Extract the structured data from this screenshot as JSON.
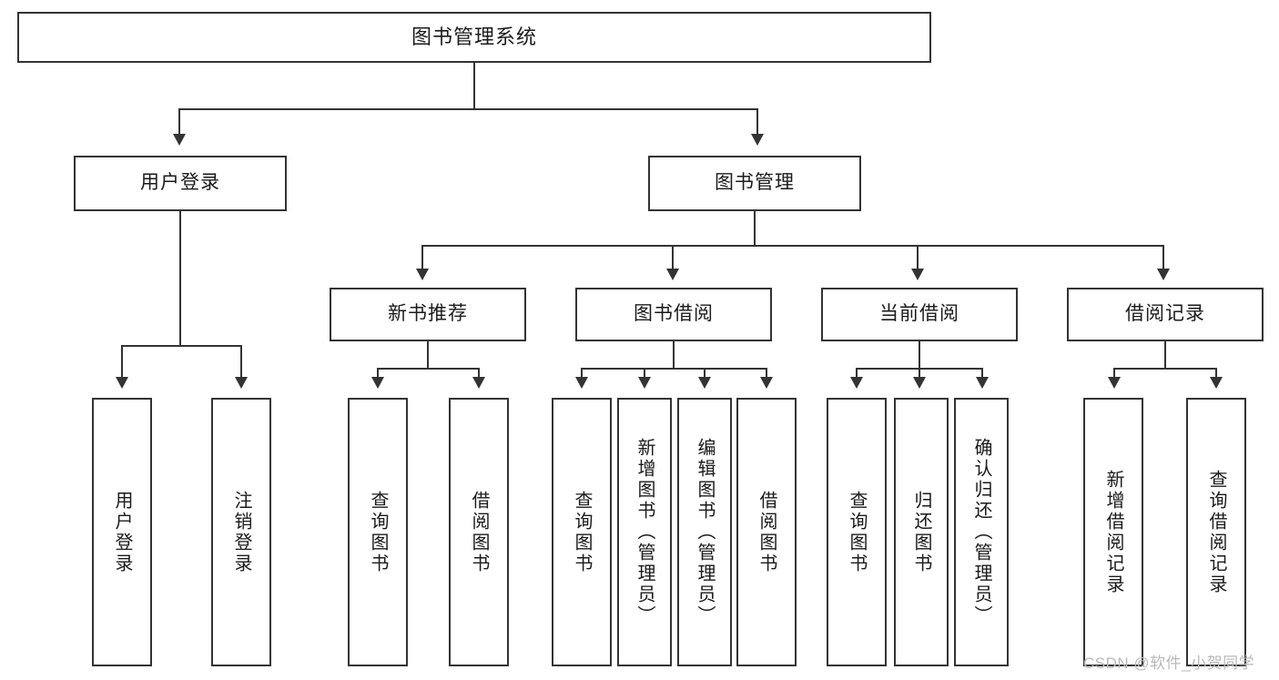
{
  "diagram": {
    "type": "tree",
    "title": "图书管理系统",
    "root": {
      "id": "root",
      "label": "图书管理系统"
    },
    "level1": [
      {
        "id": "user-login",
        "label": "用户登录"
      },
      {
        "id": "book-manage",
        "label": "图书管理"
      }
    ],
    "level2": [
      {
        "id": "new-book-recommend",
        "label": "新书推荐",
        "parent": "book-manage"
      },
      {
        "id": "book-borrow",
        "label": "图书借阅",
        "parent": "book-manage"
      },
      {
        "id": "current-borrow",
        "label": "当前借阅",
        "parent": "book-manage"
      },
      {
        "id": "borrow-record",
        "label": "借阅记录",
        "parent": "book-manage"
      }
    ],
    "leaves": [
      {
        "id": "leaf-user-login",
        "label": "用户登录",
        "parent": "user-login"
      },
      {
        "id": "leaf-user-logout",
        "label": "注销登录",
        "parent": "user-login"
      },
      {
        "id": "leaf-query-book-1",
        "label": "查询图书",
        "parent": "new-book-recommend"
      },
      {
        "id": "leaf-borrow-book-1",
        "label": "借阅图书",
        "parent": "new-book-recommend"
      },
      {
        "id": "leaf-query-book-2",
        "label": "查询图书",
        "parent": "book-borrow"
      },
      {
        "id": "leaf-add-book",
        "label": "新增图书（管理员）",
        "parent": "book-borrow"
      },
      {
        "id": "leaf-edit-book",
        "label": "编辑图书（管理员）",
        "parent": "book-borrow"
      },
      {
        "id": "leaf-borrow-book-2",
        "label": "借阅图书",
        "parent": "book-borrow"
      },
      {
        "id": "leaf-query-book-3",
        "label": "查询图书",
        "parent": "current-borrow"
      },
      {
        "id": "leaf-return-book",
        "label": "归还图书",
        "parent": "current-borrow"
      },
      {
        "id": "leaf-confirm-return",
        "label": "确认归还（管理员）",
        "parent": "current-borrow"
      },
      {
        "id": "leaf-add-record",
        "label": "新增借阅记录",
        "parent": "borrow-record"
      },
      {
        "id": "leaf-query-record",
        "label": "查询借阅记录",
        "parent": "borrow-record"
      }
    ]
  },
  "watermark": {
    "text": "CSDN @软件_小贺同学"
  },
  "colors": {
    "stroke": "#333333",
    "fill": "#ffffff",
    "text": "#1a1a1a",
    "watermark": "#b9b9b9"
  }
}
